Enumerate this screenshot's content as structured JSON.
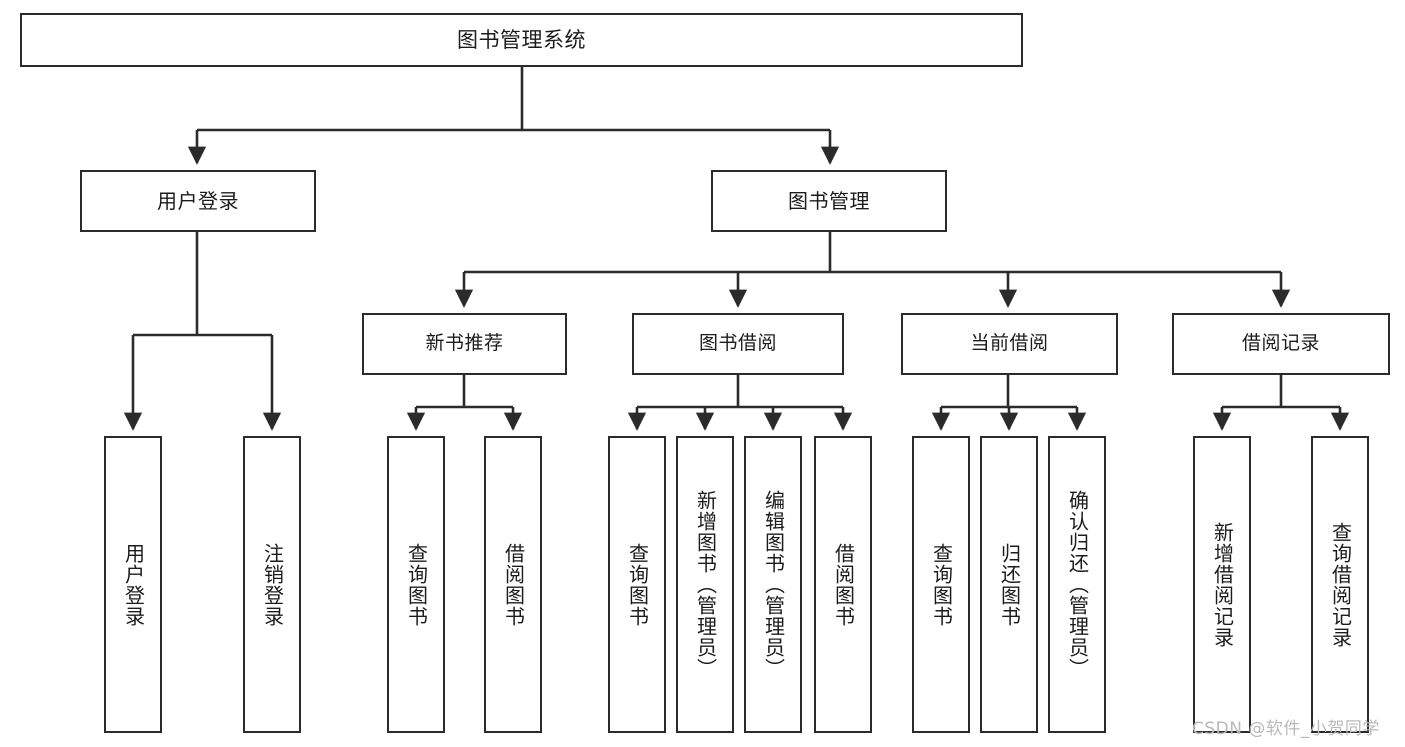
{
  "diagram": {
    "title": "图书管理系统",
    "watermark": "CSDN @软件_小贺同学",
    "colors": {
      "stroke": "#2b2b2b",
      "fill": "#ffffff",
      "text": "#1c1c1c",
      "watermark": "#b9b9b9"
    },
    "nodes": {
      "root": {
        "label": "图书管理系统"
      },
      "level1": [
        {
          "id": "user-login",
          "label": "用户登录"
        },
        {
          "id": "book-management",
          "label": "图书管理"
        }
      ],
      "level2": [
        {
          "id": "new-book-recommend",
          "label": "新书推荐"
        },
        {
          "id": "book-borrow",
          "label": "图书借阅"
        },
        {
          "id": "current-borrow",
          "label": "当前借阅"
        },
        {
          "id": "borrow-record",
          "label": "借阅记录"
        }
      ],
      "leaves": {
        "user-login": [
          {
            "id": "leaf-user-login",
            "label": "用户登录"
          },
          {
            "id": "leaf-logout-login",
            "label": "注销登录"
          }
        ],
        "new-book-recommend": [
          {
            "id": "leaf-query-book-1",
            "label": "查询图书"
          },
          {
            "id": "leaf-borrow-book-1",
            "label": "借阅图书"
          }
        ],
        "book-borrow": [
          {
            "id": "leaf-query-book-2",
            "label": "查询图书"
          },
          {
            "id": "leaf-add-book",
            "label": "新增图书（管理员）"
          },
          {
            "id": "leaf-edit-book",
            "label": "编辑图书（管理员）"
          },
          {
            "id": "leaf-borrow-book-2",
            "label": "借阅图书"
          }
        ],
        "current-borrow": [
          {
            "id": "leaf-query-book-3",
            "label": "查询图书"
          },
          {
            "id": "leaf-return-book",
            "label": "归还图书"
          },
          {
            "id": "leaf-confirm-return",
            "label": "确认归还（管理员）"
          }
        ],
        "borrow-record": [
          {
            "id": "leaf-add-record",
            "label": "新增借阅记录"
          },
          {
            "id": "leaf-query-record",
            "label": "查询借阅记录"
          }
        ]
      }
    }
  }
}
